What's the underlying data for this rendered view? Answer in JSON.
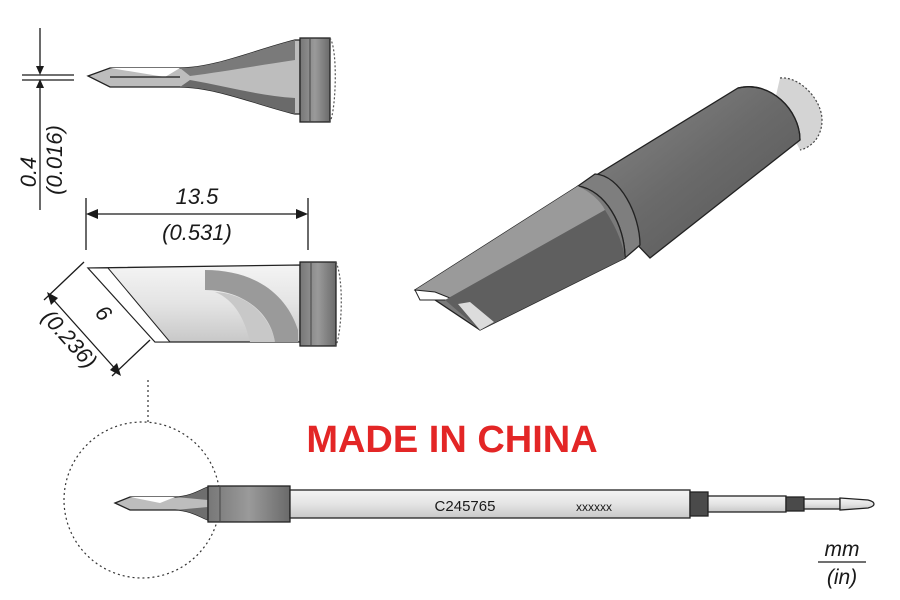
{
  "dimensions": {
    "thickness": {
      "mm": "0.4",
      "in": "(0.016)"
    },
    "length": {
      "mm": "13.5",
      "in": "(0.531)"
    },
    "blade_width": {
      "mm": "6",
      "in": "(0.236)"
    }
  },
  "made_in": "MADE IN CHINA",
  "product_code": "C245765",
  "serial_placeholder": "xxxxxx",
  "units": {
    "primary": "mm",
    "secondary": "(in)"
  },
  "colors": {
    "metal_dark": "#6e6e6e",
    "metal_mid": "#8f8f8f",
    "metal_light": "#d8d8d8",
    "label_red": "#e32626"
  }
}
